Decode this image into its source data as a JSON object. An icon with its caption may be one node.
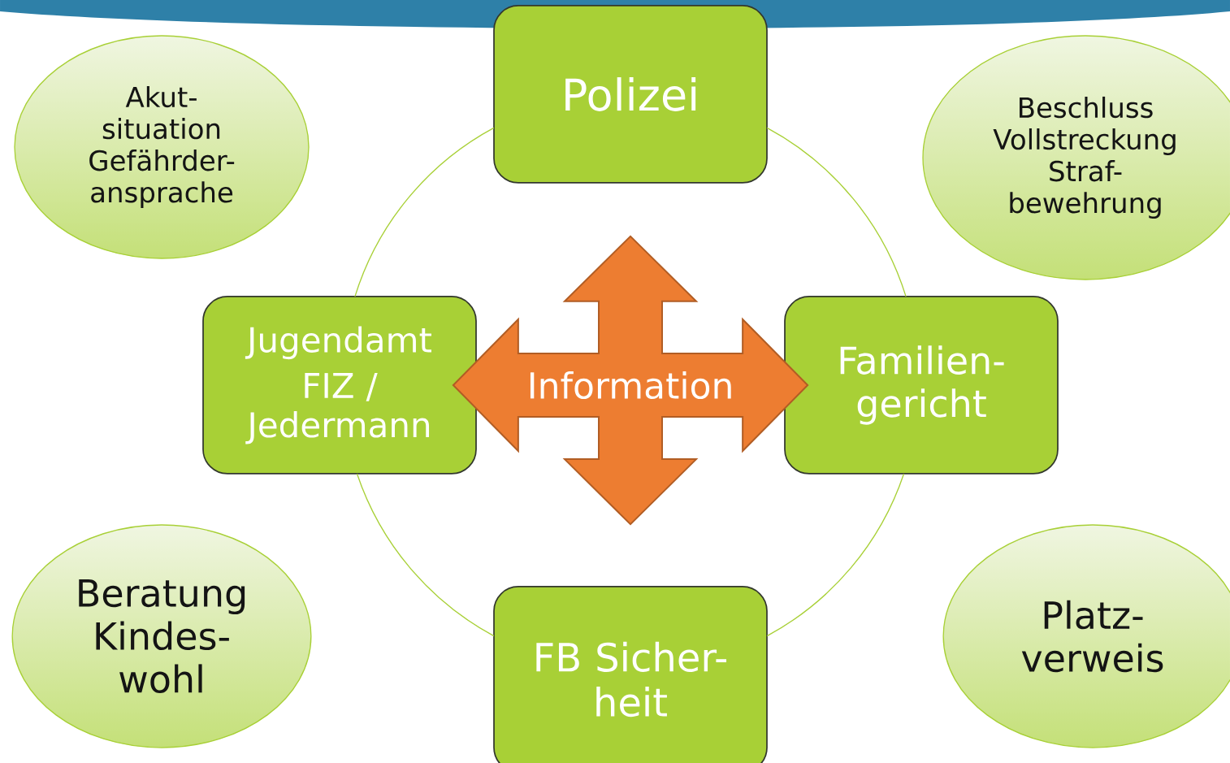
{
  "diagram": {
    "nodes": [
      {
        "text": [
          "Akut- situation Gefährder- ansprache"
        ]
      },
      {
        "text": [
          "Polizei"
        ]
      },
      {
        "text": [
          "Beschluss Vollstreckung Straf- bewehrung"
        ]
      },
      {
        "text": [
          "Jugendamt",
          "FIZ / Jedermann"
        ]
      },
      {
        "text": [
          "Familien- gericht"
        ]
      },
      {
        "text": [
          "Beratung Kindes- wohl"
        ]
      },
      {
        "text": [
          "FB Sicher- heit"
        ]
      },
      {
        "text": [
          "Platz- verweis"
        ]
      }
    ],
    "edges": [
      {
        "from": 1,
        "to": 3,
        "arrow": "none"
      },
      {
        "from": 1,
        "to": 4,
        "arrow": "none"
      },
      {
        "from": 3,
        "to": 6,
        "arrow": "none"
      },
      {
        "from": 4,
        "to": 6,
        "arrow": "none"
      },
      {
        "from": 3,
        "to": 4,
        "arrow": "both",
        "style": "thick",
        "color": "#ed7d31",
        "label": "Information"
      },
      {
        "from": 1,
        "to": 6,
        "arrow": "both",
        "style": "thick",
        "color": "#ed7d31"
      }
    ]
  }
}
